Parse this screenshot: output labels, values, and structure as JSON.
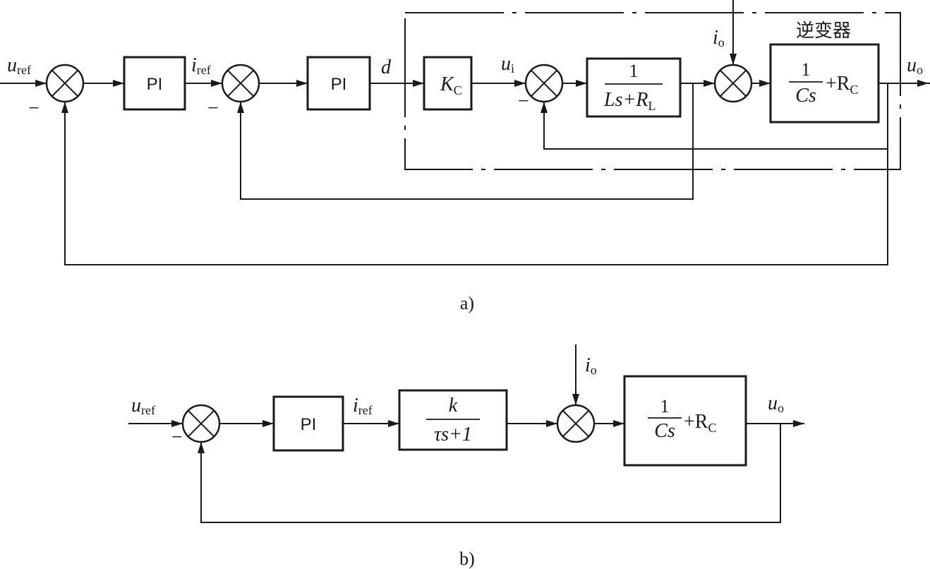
{
  "diagram_a": {
    "caption": "a)",
    "inverter_label": "逆变器",
    "pi1": "PI",
    "pi2": "PI",
    "u_ref": {
      "main": "u",
      "sub": "ref"
    },
    "i_ref": {
      "main": "i",
      "sub": "ref"
    },
    "d": "d",
    "kc": {
      "main": "K",
      "sub": "C"
    },
    "u_i": {
      "main": "u",
      "sub": "i"
    },
    "i_o": {
      "main": "i",
      "sub": "o"
    },
    "u_o": {
      "main": "u",
      "sub": "o"
    },
    "minus": "−",
    "plant_l": {
      "num": "1",
      "den": "Ls+R",
      "den_sub": "L"
    },
    "plant_c": {
      "num": "1",
      "den": "Cs",
      "extra": "+R",
      "extra_sub": "C"
    }
  },
  "diagram_b": {
    "caption": "b)",
    "pi": "PI",
    "u_ref": {
      "main": "u",
      "sub": "ref"
    },
    "i_ref": {
      "main": "i",
      "sub": "ref"
    },
    "i_o": {
      "main": "i",
      "sub": "o"
    },
    "u_o": {
      "main": "u",
      "sub": "o"
    },
    "minus": "−",
    "lag": {
      "num": "k",
      "den": "τs+1"
    },
    "plant_c": {
      "num": "1",
      "den": "Cs",
      "extra": "+R",
      "extra_sub": "C"
    }
  }
}
